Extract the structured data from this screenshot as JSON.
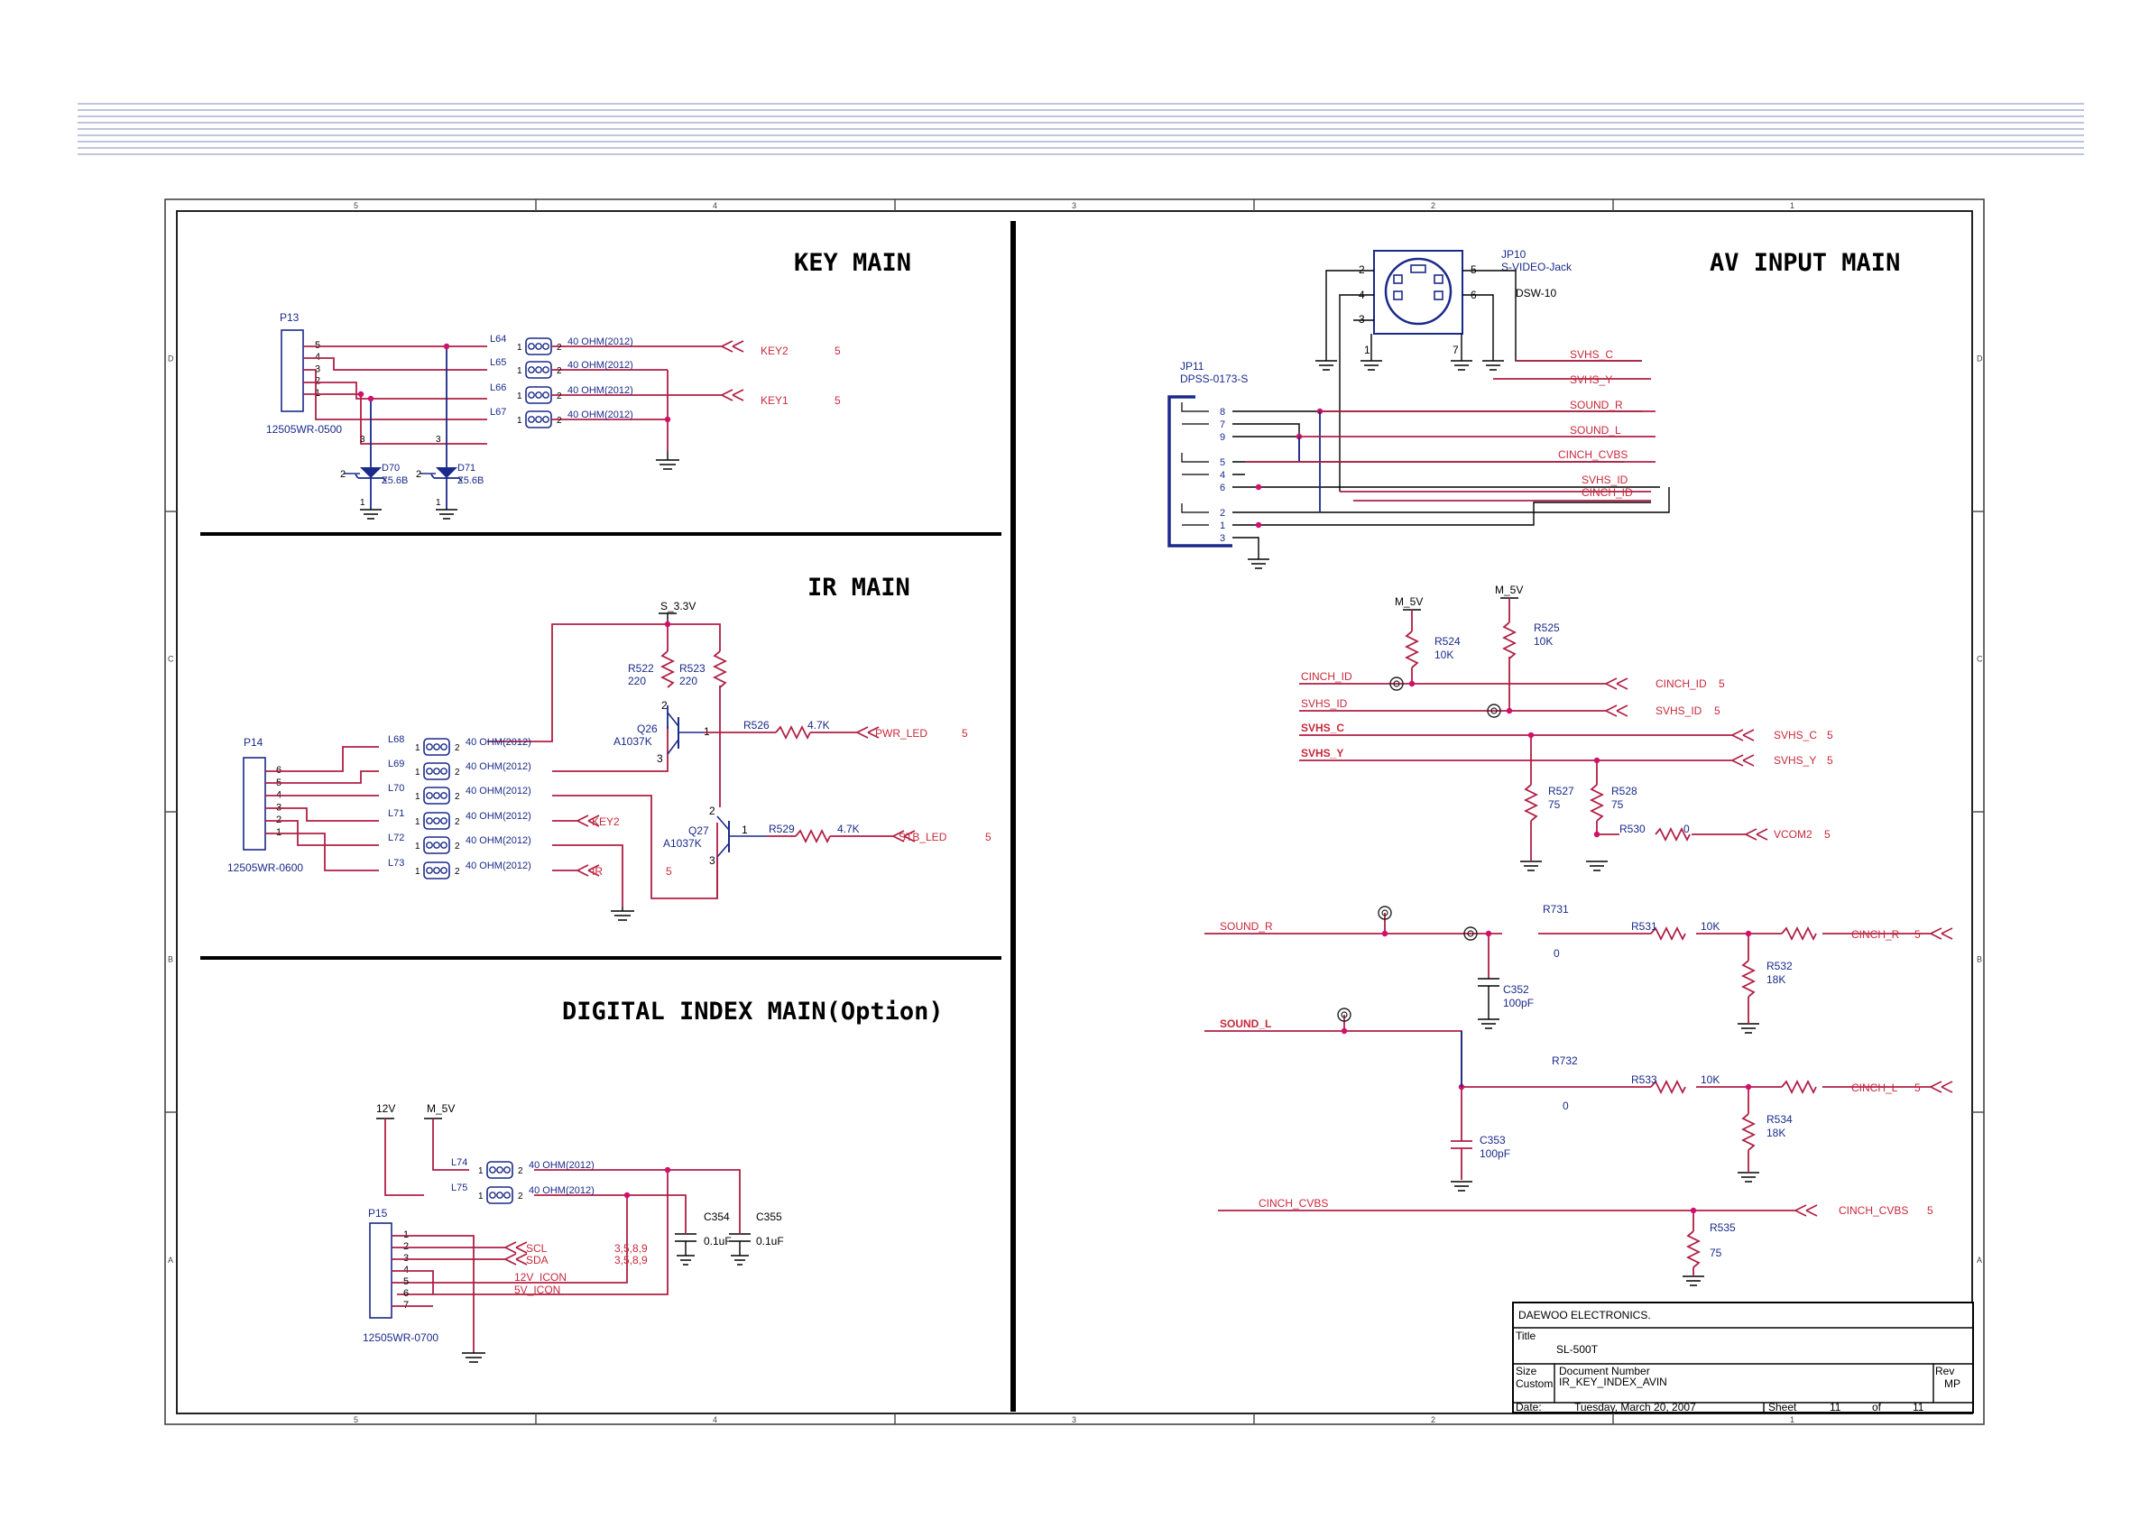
{
  "header_lines": 9,
  "zones": {
    "columns": [
      "5",
      "4",
      "3",
      "2",
      "1"
    ],
    "rows": [
      "D",
      "C",
      "B",
      "A"
    ]
  },
  "sections": {
    "key_main": {
      "title": "KEY MAIN",
      "connector": {
        "ref": "P13",
        "part": "12505WR-0500",
        "pins": [
          "5",
          "4",
          "3",
          "2",
          "1"
        ]
      },
      "inductors": [
        {
          "ref": "L64",
          "value": "40 OHM(2012)",
          "net": "KEY2",
          "sheet": "5"
        },
        {
          "ref": "L65",
          "value": "40 OHM(2012)"
        },
        {
          "ref": "L66",
          "value": "40 OHM(2012)",
          "net": "KEY1",
          "sheet": "5"
        },
        {
          "ref": "L67",
          "value": "40 OHM(2012)"
        }
      ],
      "diodes": [
        {
          "ref": "D70",
          "value": "Z5.6B"
        },
        {
          "ref": "D71",
          "value": "Z5.6B"
        }
      ]
    },
    "ir_main": {
      "title": "IR MAIN",
      "supply": "S_3.3V",
      "connector": {
        "ref": "P14",
        "part": "12505WR-0600",
        "pins": [
          "6",
          "5",
          "4",
          "3",
          "2",
          "1"
        ]
      },
      "inductors": [
        {
          "ref": "L68",
          "value": "40 OHM(2012)"
        },
        {
          "ref": "L69",
          "value": "40 OHM(2012)"
        },
        {
          "ref": "L70",
          "value": "40 OHM(2012)"
        },
        {
          "ref": "L71",
          "value": "40 OHM(2012)",
          "net": "KEY2"
        },
        {
          "ref": "L72",
          "value": "40 OHM(2012)"
        },
        {
          "ref": "L73",
          "value": "40 OHM(2012)",
          "net": "IR",
          "sheet": "5"
        }
      ],
      "resistors": [
        {
          "ref": "R522",
          "value": "220"
        },
        {
          "ref": "R523",
          "value": "220"
        },
        {
          "ref": "R526",
          "value": "4.7K"
        },
        {
          "ref": "R529",
          "value": "4.7K"
        }
      ],
      "transistors": [
        {
          "ref": "Q26",
          "value": "A1037K"
        },
        {
          "ref": "Q27",
          "value": "A1037K"
        }
      ],
      "outputs": [
        {
          "net": "PWR_LED",
          "sheet": "5"
        },
        {
          "net": "STB_LED",
          "sheet": "5"
        }
      ]
    },
    "digital_index": {
      "title": "DIGITAL INDEX MAIN(Option)",
      "supplies": [
        "12V",
        "M_5V"
      ],
      "connector": {
        "ref": "P15",
        "part": "12505WR-0700",
        "pins": [
          "1",
          "2",
          "3",
          "4",
          "5",
          "6",
          "7"
        ]
      },
      "inductors": [
        {
          "ref": "L74",
          "value": "40 OHM(2012)"
        },
        {
          "ref": "L75",
          "value": "40 OHM(2012)"
        }
      ],
      "capacitors": [
        {
          "ref": "C354",
          "value": "0.1uF"
        },
        {
          "ref": "C355",
          "value": "0.1uF"
        }
      ],
      "nets": [
        "SCL",
        "SDA",
        "12V_ICON",
        "5V_ICON"
      ],
      "sheet_refs": [
        "3,5,8,9",
        "3,5,8,9"
      ]
    },
    "av_input": {
      "title": "AV INPUT MAIN",
      "jp10": {
        "ref": "JP10",
        "part": "S-VIDEO-Jack",
        "type": "DSW-10",
        "pins": [
          "2",
          "4",
          "3",
          "5",
          "6",
          "1",
          "7"
        ]
      },
      "jp11": {
        "ref": "JP11",
        "part": "DPSS-0173-S",
        "pins": [
          "8",
          "7",
          "9",
          "5",
          "4",
          "6",
          "2",
          "1",
          "3"
        ]
      },
      "bus_nets": [
        "SVHS_C",
        "SVHS_Y",
        "SOUND_R",
        "SOUND_L",
        "CINCH_CVBS",
        "SVHS_ID",
        "CINCH_ID"
      ],
      "supplies": [
        "M_5V",
        "M_5V"
      ],
      "resistors": [
        {
          "ref": "R524",
          "value": "10K"
        },
        {
          "ref": "R525",
          "value": "10K"
        },
        {
          "ref": "R527",
          "value": "75"
        },
        {
          "ref": "R528",
          "value": "75"
        },
        {
          "ref": "R530",
          "value": "0"
        },
        {
          "ref": "R731",
          "value": "0"
        },
        {
          "ref": "R531",
          "value": "10K"
        },
        {
          "ref": "R532",
          "value": "18K"
        },
        {
          "ref": "R732",
          "value": "0"
        },
        {
          "ref": "R533",
          "value": "10K"
        },
        {
          "ref": "R534",
          "value": "18K"
        },
        {
          "ref": "R535",
          "value": "75"
        }
      ],
      "capacitors": [
        {
          "ref": "C352",
          "value": "100pF"
        },
        {
          "ref": "C353",
          "value": "100pF"
        }
      ],
      "input_nets": [
        "CINCH_ID",
        "SVHS_ID",
        "SVHS_C",
        "SVHS_Y",
        "SOUND_R",
        "SOUND_L",
        "CINCH_CVBS"
      ],
      "output_nets": [
        {
          "net": "CINCH_ID",
          "sheet": "5"
        },
        {
          "net": "SVHS_ID",
          "sheet": "5"
        },
        {
          "net": "SVHS_C",
          "sheet": "5"
        },
        {
          "net": "SVHS_Y",
          "sheet": "5"
        },
        {
          "net": "VCOM2",
          "sheet": "5"
        },
        {
          "net": "CINCH_R",
          "sheet": "5"
        },
        {
          "net": "CINCH_L",
          "sheet": "5"
        },
        {
          "net": "CINCH_CVBS",
          "sheet": "5"
        }
      ]
    }
  },
  "title_block": {
    "company": "DAEWOO ELECTRONICS.",
    "title_label": "Title",
    "title": "SL-500T",
    "size_label": "Size",
    "size": "Custom",
    "docnum_label": "Document Number",
    "docnum": "IR_KEY_INDEX_AVIN",
    "rev_label": "Rev",
    "rev": "MP",
    "date_label": "Date:",
    "date": "Tuesday, March 20, 2007",
    "sheet_label": "Sheet",
    "sheet": "11",
    "of_label": "of",
    "total": "11"
  }
}
